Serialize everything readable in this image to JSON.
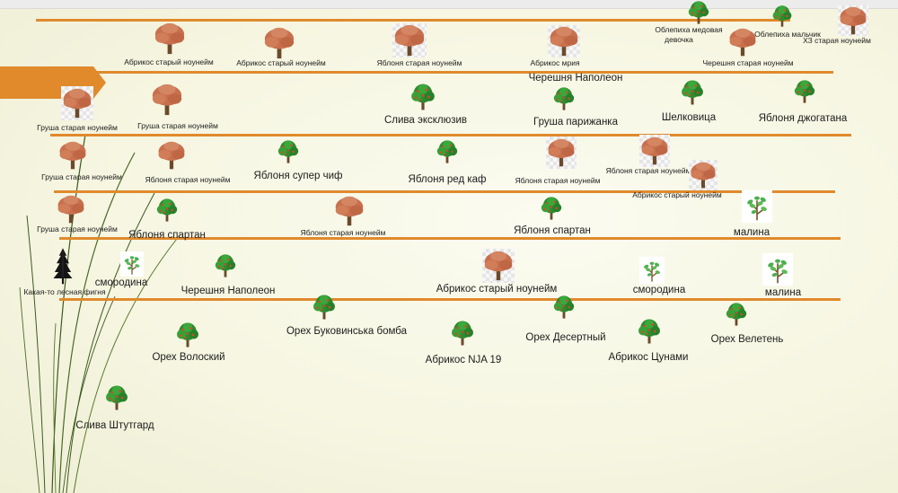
{
  "colors": {
    "row_line": "#e08a2c",
    "arrow_tab": "#e08a2c",
    "autumn_tree": "#c8704e",
    "green_tree": "#2e8b2e",
    "apple_fruit": "#d84a2a",
    "sapling_leaf": "#4caf50",
    "grass_stroke": "#3d5a1e",
    "spellcheck_underline": "#d84a4a"
  },
  "labels": {
    "r1_1": "Абрикос старый ноунейм",
    "r1_2": "Абрикос старый ноунейм",
    "r1_3": "Яблоня старая ноунейм",
    "r1_4": "Абрикос мрия",
    "r1_5": "Облепиха медовая",
    "r1_5b": "девочка",
    "r1_6": "Облепиха мальчик",
    "r1_7": "ХЗ старая ноунейм",
    "r1_8": "Черешня старая ноунейм",
    "r2_1": "Черешня Наполеон",
    "r2_2": "Груша старая ноунейм",
    "r2_3": "Груша старая ноунейм",
    "r2_4": "Слива эксклюзив",
    "r2_5": "Груша парижанка",
    "r2_6": "Шелковица",
    "r2_7": "Яблоня джогатана",
    "r3_1": "Груша старая ноунейм",
    "r3_2": "Яблоня старая ноунейм",
    "r3_3": "Яблоня супер чиф",
    "r3_4": "Яблоня ред каф",
    "r3_5": "Яблоня старая ноунейм",
    "r3_6": "Яблоня старая ноунейм",
    "r3_7": "Абрикос старый ноунейм",
    "r4_1": "Груша старая ноунейм",
    "r4_2": "Яблоня спартан",
    "r4_3": "Яблоня старая ноунейм",
    "r4_4": "Яблоня спартан",
    "r4_5": "малина",
    "r5_1": "смородина",
    "r5_2": "Какая-то лесная фигня",
    "r5_3": "Черешня Наполеон",
    "r5_4": "Абрикос старый ноунейм",
    "r5_5": "смородина",
    "r5_6": "малина",
    "r6_1": "Орех Буковинська бомба",
    "r6_2": "Орех Волоский",
    "r6_3": "Абрикос NJA 19",
    "r6_4": "Орех Десертный",
    "r6_5": "Абрикос Цунами",
    "r6_6": "Орех Велетень",
    "r7_1": "Слива Штутгард"
  }
}
